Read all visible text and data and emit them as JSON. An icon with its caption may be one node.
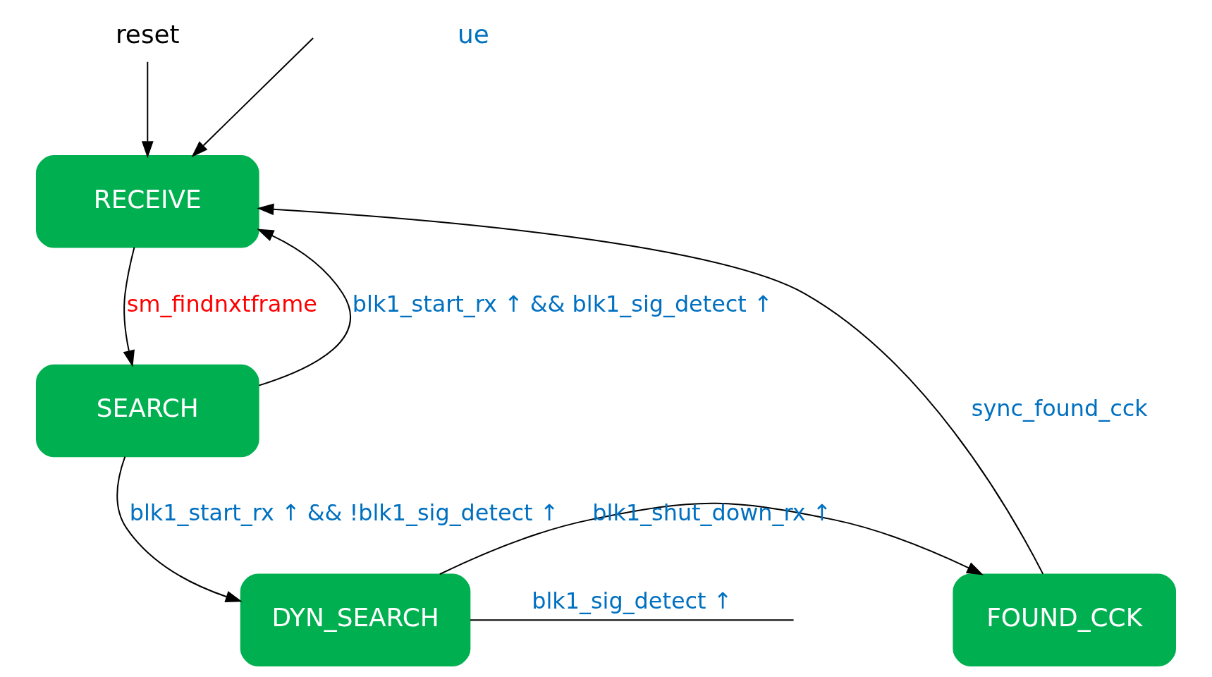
{
  "diagram": {
    "nodes": [
      {
        "text": [
          "reset"
        ]
      },
      {
        "text": [
          "RECEIVE"
        ]
      },
      {
        "text": [
          "SEARCH"
        ]
      },
      {
        "text": [
          "DYN_SEARCH"
        ]
      },
      {
        "text": [
          "FOUND_CCK"
        ]
      }
    ],
    "edges": [
      {
        "from": 0,
        "to": 1,
        "arrow": "to"
      },
      {
        "from": 1,
        "to": 2,
        "arrow": "to",
        "label": "sm_findnxtframe"
      },
      {
        "from": 2,
        "to": 1,
        "arrow": "to",
        "label": "blk1_start_rx ↑ && blk1_sig_detect ↑"
      },
      {
        "from": 2,
        "to": 3,
        "arrow": "to",
        "label": "blk1_start_rx ↑ && !blk1_sig_detect ↑"
      },
      {
        "from": 3,
        "to": 4,
        "arrow": "to",
        "label": "blk1_shut_down_rx ↑"
      },
      {
        "from": 4,
        "to": 1,
        "arrow": "to",
        "label": "sync_found_cck"
      },
      {
        "from": 3,
        "to": null,
        "arrow": "none",
        "label": "blk1_sig_detect ↑"
      },
      {
        "from": null,
        "to": 1,
        "arrow": "to"
      }
    ],
    "labels": [
      "ue"
    ]
  }
}
